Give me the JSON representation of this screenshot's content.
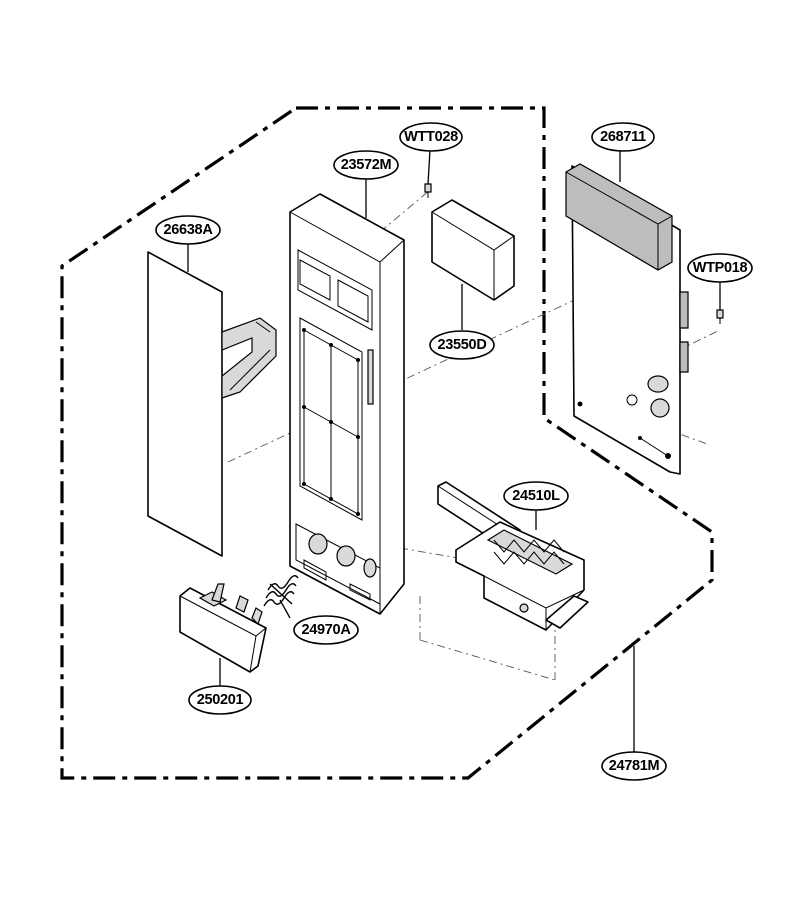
{
  "labels": {
    "wtt028": "WTT028",
    "p23572m": "23572M",
    "p26638a": "26638A",
    "p268711": "268711",
    "wtp018": "WTP018",
    "p23550d": "23550D",
    "p24510l": "24510L",
    "p24970a": "24970A",
    "p250201": "250201",
    "p24781m": "24781M"
  }
}
